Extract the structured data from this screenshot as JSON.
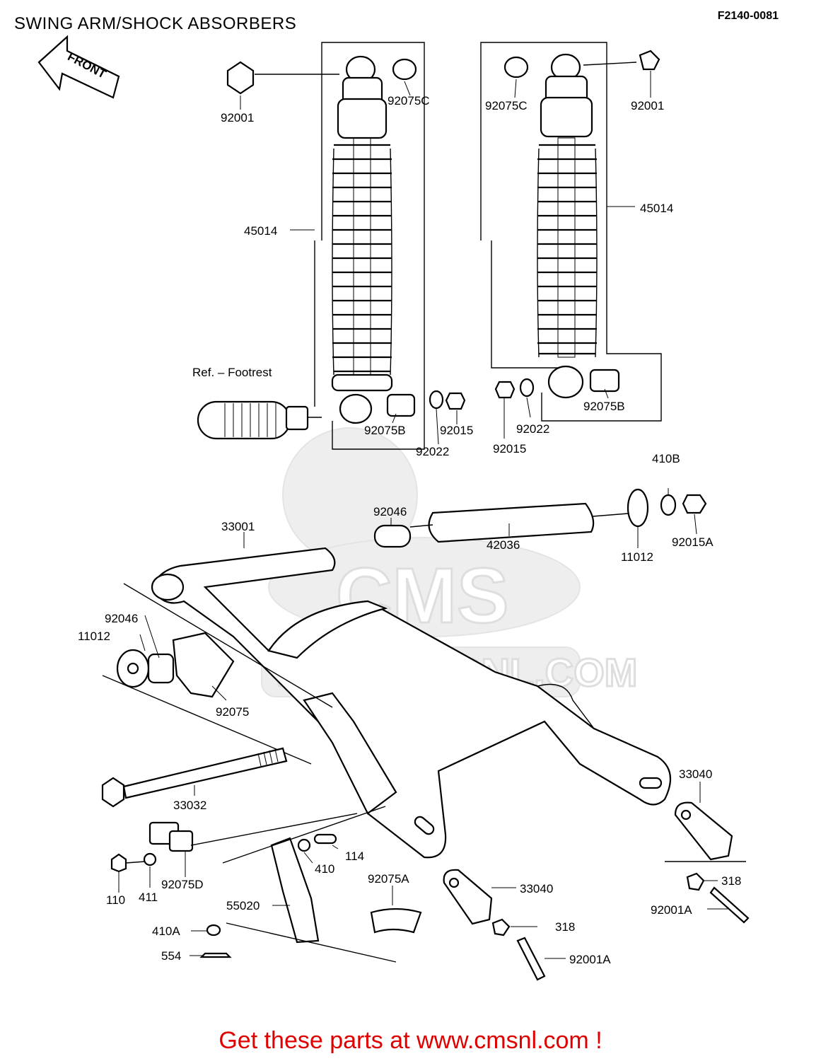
{
  "header": {
    "title": "SWING ARM/SHOCK ABSORBERS",
    "diagram_code": "F2140-0081"
  },
  "front_arrow": "FRONT",
  "reference_note": "Ref. – Footrest",
  "watermark": {
    "logo_text": "CMS",
    "url_text": "WWW.CMSNL.COM"
  },
  "labels": {
    "l_92001_left": "92001",
    "l_92075C_left": "92075C",
    "l_92075C_right": "92075C",
    "l_92001_right": "92001",
    "l_45014_left": "45014",
    "l_45014_right": "45014",
    "l_92075B_left": "92075B",
    "l_92015_left": "92015",
    "l_92022_left": "92022",
    "l_92015_right": "92015",
    "l_92022_right": "92022",
    "l_92075B_right": "92075B",
    "l_410B": "410B",
    "l_92046_top": "92046",
    "l_33001": "33001",
    "l_42036": "42036",
    "l_11012_right": "11012",
    "l_92015A": "92015A",
    "l_92046_left": "92046",
    "l_11012_left": "11012",
    "l_92075": "92075",
    "l_33032": "33032",
    "l_33040_right": "33040",
    "l_114": "114",
    "l_410": "410",
    "l_92075D": "92075D",
    "l_110": "110",
    "l_411": "411",
    "l_92075A": "92075A",
    "l_33040_mid": "33040",
    "l_55020": "55020",
    "l_318_mid": "318",
    "l_318_right": "318",
    "l_92001A_right": "92001A",
    "l_410A": "410A",
    "l_554": "554",
    "l_92001A_mid": "92001A"
  },
  "footer": {
    "promo": "Get these parts at www.cmsnl.com !"
  }
}
